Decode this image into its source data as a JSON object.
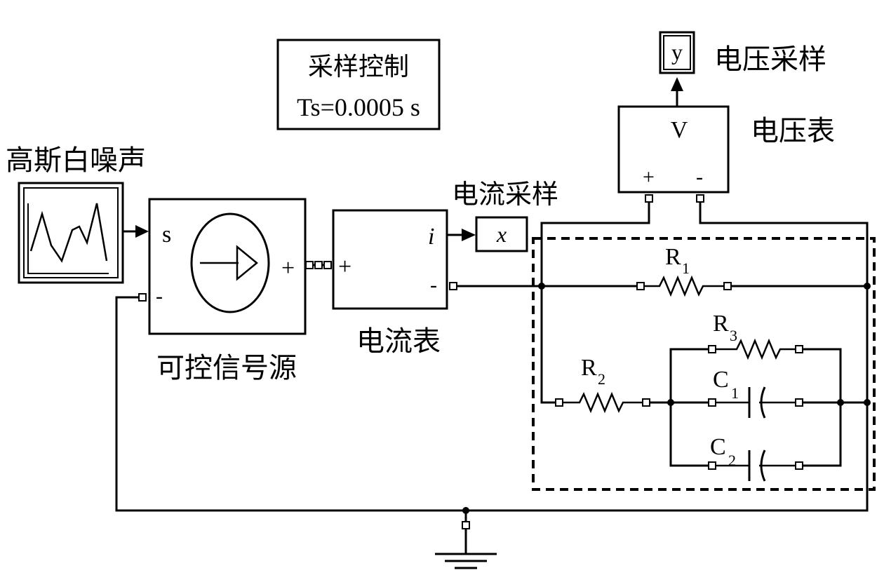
{
  "sampling_control": {
    "title": "采样控制",
    "period": "Ts=0.0005 s"
  },
  "noise": {
    "label": "高斯白噪声"
  },
  "source": {
    "label": "可控信号源",
    "port_s": "s",
    "port_plus": "+",
    "port_minus": "-"
  },
  "ammeter": {
    "label": "电流表",
    "port_i": "i",
    "port_plus": "+",
    "port_minus": "-"
  },
  "current_sample": {
    "label": "电流采样",
    "var": "x"
  },
  "voltmeter": {
    "label": "电压表",
    "var": "V",
    "port_plus": "+",
    "port_minus": "-"
  },
  "voltage_sample": {
    "label": "电压采样",
    "var": "y"
  },
  "components": {
    "r1": {
      "name": "R",
      "sub": "1"
    },
    "r2": {
      "name": "R",
      "sub": "2"
    },
    "r3": {
      "name": "R",
      "sub": "3"
    },
    "c1": {
      "name": "C",
      "sub": "1"
    },
    "c2": {
      "name": "C",
      "sub": "2"
    }
  }
}
